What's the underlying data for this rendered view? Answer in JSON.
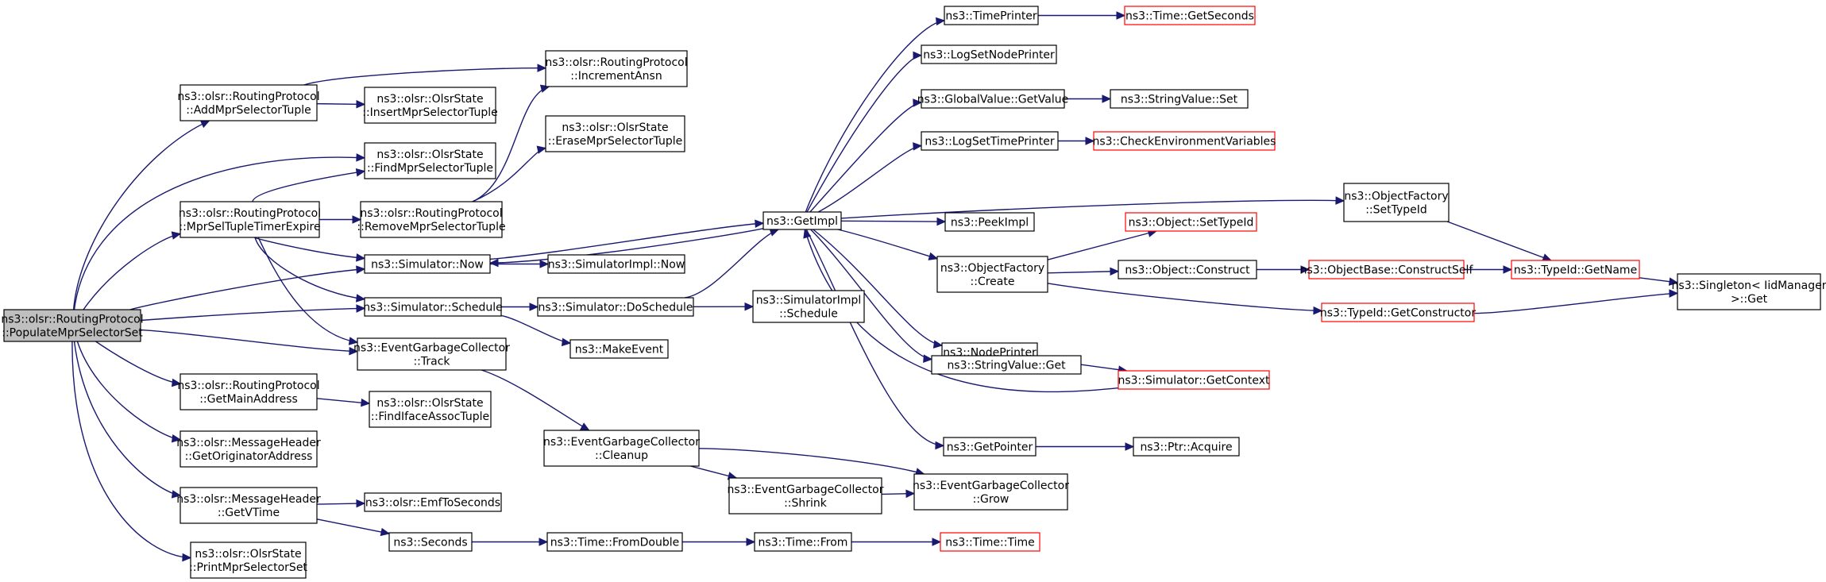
{
  "colors": {
    "edge": "#191970",
    "node_border_default": "#000000",
    "node_border_red": "#ff0000",
    "node_fill_default": "#ffffff",
    "node_fill_root": "#bfbfbf"
  },
  "nodes": [
    {
      "id": "n0",
      "style": "root",
      "lines": [
        "ns3::olsr::RoutingProtocol",
        "::PopulateMprSelectorSet"
      ]
    },
    {
      "id": "n1",
      "style": "normal",
      "lines": [
        "ns3::olsr::RoutingProtocol",
        "::AddMprSelectorTuple"
      ]
    },
    {
      "id": "n2",
      "style": "normal",
      "lines": [
        "ns3::olsr::RoutingProtocol",
        "::IncrementAnsn"
      ]
    },
    {
      "id": "n3",
      "style": "normal",
      "lines": [
        "ns3::olsr::OlsrState",
        "::InsertMprSelectorTuple"
      ]
    },
    {
      "id": "n4",
      "style": "normal",
      "lines": [
        "ns3::olsr::OlsrState",
        "::FindMprSelectorTuple"
      ]
    },
    {
      "id": "n5",
      "style": "normal",
      "lines": [
        "ns3::olsr::RoutingProtocol",
        "::MprSelTupleTimerExpire"
      ]
    },
    {
      "id": "n6",
      "style": "normal",
      "lines": [
        "ns3::olsr::OlsrState",
        "::EraseMprSelectorTuple"
      ]
    },
    {
      "id": "n7",
      "style": "normal",
      "lines": [
        "ns3::olsr::RoutingProtocol",
        "::RemoveMprSelectorTuple"
      ]
    },
    {
      "id": "n8",
      "style": "normal",
      "lines": [
        "ns3::Simulator::Now"
      ]
    },
    {
      "id": "n9",
      "style": "normal",
      "lines": [
        "ns3::GetImpl"
      ]
    },
    {
      "id": "n10",
      "style": "normal",
      "lines": [
        "ns3::SimulatorImpl::Now"
      ]
    },
    {
      "id": "n11",
      "style": "normal",
      "lines": [
        "ns3::Simulator::Schedule"
      ]
    },
    {
      "id": "n12",
      "style": "normal",
      "lines": [
        "ns3::Simulator::DoSchedule"
      ]
    },
    {
      "id": "n13",
      "style": "normal",
      "lines": [
        "ns3::SimulatorImpl",
        "::Schedule"
      ]
    },
    {
      "id": "n14",
      "style": "normal",
      "lines": [
        "ns3::MakeEvent"
      ]
    },
    {
      "id": "n15",
      "style": "normal",
      "lines": [
        "ns3::EventGarbageCollector",
        "::Track"
      ]
    },
    {
      "id": "n16",
      "style": "normal",
      "lines": [
        "ns3::EventGarbageCollector",
        "::Cleanup"
      ]
    },
    {
      "id": "n17",
      "style": "normal",
      "lines": [
        "ns3::EventGarbageCollector",
        "::Shrink"
      ]
    },
    {
      "id": "n18",
      "style": "normal",
      "lines": [
        "ns3::EventGarbageCollector",
        "::Grow"
      ]
    },
    {
      "id": "n19",
      "style": "normal",
      "lines": [
        "ns3::olsr::RoutingProtocol",
        "::GetMainAddress"
      ]
    },
    {
      "id": "n20",
      "style": "normal",
      "lines": [
        "ns3::olsr::OlsrState",
        "::FindIfaceAssocTuple"
      ]
    },
    {
      "id": "n21",
      "style": "normal",
      "lines": [
        "ns3::olsr::MessageHeader",
        "::GetOriginatorAddress"
      ]
    },
    {
      "id": "n22",
      "style": "normal",
      "lines": [
        "ns3::olsr::MessageHeader",
        "::GetVTime"
      ]
    },
    {
      "id": "n23",
      "style": "normal",
      "lines": [
        "ns3::olsr::EmfToSeconds"
      ]
    },
    {
      "id": "n24",
      "style": "normal",
      "lines": [
        "ns3::Seconds"
      ]
    },
    {
      "id": "n25",
      "style": "normal",
      "lines": [
        "ns3::Time::FromDouble"
      ]
    },
    {
      "id": "n26",
      "style": "normal",
      "lines": [
        "ns3::Time::From"
      ]
    },
    {
      "id": "n27",
      "style": "red",
      "lines": [
        "ns3::Time::Time"
      ]
    },
    {
      "id": "n28",
      "style": "normal",
      "lines": [
        "ns3::olsr::OlsrState",
        "::PrintMprSelectorSet"
      ]
    },
    {
      "id": "n29",
      "style": "normal",
      "lines": [
        "ns3::TimePrinter"
      ]
    },
    {
      "id": "n30",
      "style": "red",
      "lines": [
        "ns3::Time::GetSeconds"
      ]
    },
    {
      "id": "n31",
      "style": "normal",
      "lines": [
        "ns3::LogSetNodePrinter"
      ]
    },
    {
      "id": "n32",
      "style": "normal",
      "lines": [
        "ns3::GlobalValue::GetValue"
      ]
    },
    {
      "id": "n33",
      "style": "normal",
      "lines": [
        "ns3::StringValue::Set"
      ]
    },
    {
      "id": "n34",
      "style": "normal",
      "lines": [
        "ns3::LogSetTimePrinter"
      ]
    },
    {
      "id": "n35",
      "style": "red",
      "lines": [
        "ns3::CheckEnvironmentVariables"
      ]
    },
    {
      "id": "n36",
      "style": "normal",
      "lines": [
        "ns3::ObjectFactory",
        "::SetTypeId"
      ]
    },
    {
      "id": "n37",
      "style": "normal",
      "lines": [
        "ns3::PeekImpl"
      ]
    },
    {
      "id": "n38",
      "style": "red",
      "lines": [
        "ns3::Object::SetTypeId"
      ]
    },
    {
      "id": "n39",
      "style": "normal",
      "lines": [
        "ns3::ObjectFactory",
        "::Create"
      ]
    },
    {
      "id": "n40",
      "style": "normal",
      "lines": [
        "ns3::Object::Construct"
      ]
    },
    {
      "id": "n41",
      "style": "red",
      "lines": [
        "ns3::ObjectBase::ConstructSelf"
      ]
    },
    {
      "id": "n42",
      "style": "red",
      "lines": [
        "ns3::TypeId::GetName"
      ]
    },
    {
      "id": "n43",
      "style": "normal",
      "lines": [
        "ns3::Singleton< IidManager",
        " >::Get"
      ]
    },
    {
      "id": "n44",
      "style": "red",
      "lines": [
        "ns3::TypeId::GetConstructor"
      ]
    },
    {
      "id": "n45",
      "style": "normal",
      "lines": [
        "ns3::NodePrinter"
      ]
    },
    {
      "id": "n46",
      "style": "normal",
      "lines": [
        "ns3::StringValue::Get"
      ]
    },
    {
      "id": "n47",
      "style": "red",
      "lines": [
        "ns3::Simulator::GetContext"
      ]
    },
    {
      "id": "n48",
      "style": "normal",
      "lines": [
        "ns3::GetPointer"
      ]
    },
    {
      "id": "n49",
      "style": "normal",
      "lines": [
        "ns3::Ptr::Acquire"
      ]
    }
  ],
  "edges": [
    [
      "n0",
      "n1"
    ],
    [
      "n0",
      "n4"
    ],
    [
      "n0",
      "n5"
    ],
    [
      "n0",
      "n8"
    ],
    [
      "n0",
      "n11"
    ],
    [
      "n0",
      "n15"
    ],
    [
      "n0",
      "n19"
    ],
    [
      "n0",
      "n21"
    ],
    [
      "n0",
      "n22"
    ],
    [
      "n0",
      "n28"
    ],
    [
      "n1",
      "n2"
    ],
    [
      "n1",
      "n3"
    ],
    [
      "n5",
      "n4"
    ],
    [
      "n5",
      "n7"
    ],
    [
      "n5",
      "n8"
    ],
    [
      "n5",
      "n11"
    ],
    [
      "n5",
      "n15"
    ],
    [
      "n7",
      "n2"
    ],
    [
      "n7",
      "n6"
    ],
    [
      "n8",
      "n9"
    ],
    [
      "n8",
      "n10"
    ],
    [
      "n11",
      "n12"
    ],
    [
      "n11",
      "n14"
    ],
    [
      "n12",
      "n9"
    ],
    [
      "n12",
      "n13"
    ],
    [
      "n15",
      "n16"
    ],
    [
      "n16",
      "n17"
    ],
    [
      "n16",
      "n18"
    ],
    [
      "n17",
      "n18"
    ],
    [
      "n19",
      "n20"
    ],
    [
      "n22",
      "n23"
    ],
    [
      "n22",
      "n24"
    ],
    [
      "n24",
      "n25"
    ],
    [
      "n25",
      "n26"
    ],
    [
      "n26",
      "n27"
    ],
    [
      "n9",
      "n29"
    ],
    [
      "n9",
      "n31"
    ],
    [
      "n9",
      "n32"
    ],
    [
      "n9",
      "n34"
    ],
    [
      "n9",
      "n36"
    ],
    [
      "n9",
      "n37"
    ],
    [
      "n9",
      "n39"
    ],
    [
      "n9",
      "n45"
    ],
    [
      "n9",
      "n46"
    ],
    [
      "n9",
      "n48"
    ],
    [
      "n9",
      "n8"
    ],
    [
      "n29",
      "n30"
    ],
    [
      "n32",
      "n33"
    ],
    [
      "n34",
      "n35"
    ],
    [
      "n36",
      "n42"
    ],
    [
      "n39",
      "n38"
    ],
    [
      "n39",
      "n40"
    ],
    [
      "n39",
      "n44"
    ],
    [
      "n40",
      "n41"
    ],
    [
      "n41",
      "n42"
    ],
    [
      "n42",
      "n43"
    ],
    [
      "n44",
      "n43"
    ],
    [
      "n45",
      "n47"
    ],
    [
      "n47",
      "n9"
    ],
    [
      "n48",
      "n49"
    ]
  ]
}
